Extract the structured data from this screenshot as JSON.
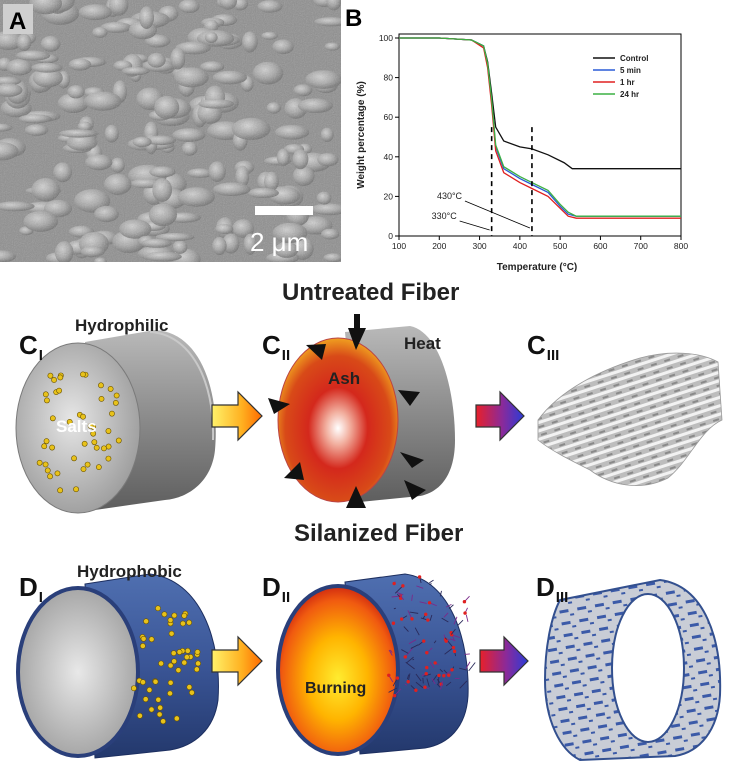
{
  "panels": {
    "a_letter": "A",
    "b_letter": "B",
    "scale_bar": "2 μm"
  },
  "chart_data": {
    "type": "line",
    "xlabel": "Temperature (°C)",
    "ylabel": "Weight percentage (%)",
    "xlim": [
      100,
      800
    ],
    "ylim": [
      0,
      100
    ],
    "xticks": [
      100,
      200,
      300,
      400,
      500,
      600,
      700,
      800
    ],
    "yticks": [
      0,
      20,
      40,
      60,
      80,
      100
    ],
    "legend_position": "top-right",
    "grid": false,
    "series": [
      {
        "name": "Control",
        "color": "#111111",
        "x": [
          100,
          200,
          280,
          310,
          320,
          330,
          340,
          360,
          400,
          430,
          470,
          510,
          530,
          600,
          700,
          800
        ],
        "y": [
          100,
          100,
          99,
          96,
          88,
          72,
          55,
          48,
          45,
          44,
          41,
          37,
          34,
          34,
          34,
          34
        ]
      },
      {
        "name": "5 min",
        "color": "#2a5bd7",
        "x": [
          100,
          200,
          280,
          310,
          320,
          330,
          340,
          360,
          400,
          430,
          470,
          500,
          520,
          540,
          600,
          700,
          800
        ],
        "y": [
          100,
          100,
          99,
          96,
          86,
          68,
          45,
          34,
          29,
          26,
          22,
          15,
          11,
          10,
          10,
          10,
          10
        ]
      },
      {
        "name": "1 hr",
        "color": "#e02020",
        "x": [
          100,
          200,
          280,
          310,
          320,
          330,
          340,
          360,
          400,
          430,
          470,
          500,
          520,
          540,
          600,
          700,
          800
        ],
        "y": [
          100,
          100,
          99,
          95,
          85,
          66,
          43,
          32,
          27,
          24,
          20,
          14,
          10,
          9,
          9,
          9,
          9
        ]
      },
      {
        "name": "24 hr",
        "color": "#3cb043",
        "x": [
          100,
          200,
          280,
          310,
          320,
          330,
          340,
          360,
          400,
          430,
          470,
          500,
          520,
          540,
          600,
          700,
          800
        ],
        "y": [
          100,
          100,
          99,
          96,
          87,
          69,
          46,
          35,
          30,
          27,
          23,
          16,
          12,
          10,
          10,
          10,
          10
        ]
      }
    ],
    "annotations": [
      {
        "text": "330°C",
        "x": 330
      },
      {
        "text": "430°C",
        "x": 430
      }
    ]
  },
  "untreated": {
    "title": "Untreated Fiber",
    "c1_letter": "C",
    "c1_sub": "I",
    "c2_letter": "C",
    "c2_sub": "II",
    "c3_letter": "C",
    "c3_sub": "III",
    "hydrophilic": "Hydrophilic",
    "salts": "Salts",
    "ash": "Ash",
    "heat": "Heat"
  },
  "silanized": {
    "title": "Silanized Fiber",
    "d1_letter": "D",
    "d1_sub": "I",
    "d2_letter": "D",
    "d2_sub": "II",
    "d3_letter": "D",
    "d3_sub": "III",
    "hydrophobic": "Hydrophobic",
    "burning": "Burning"
  }
}
